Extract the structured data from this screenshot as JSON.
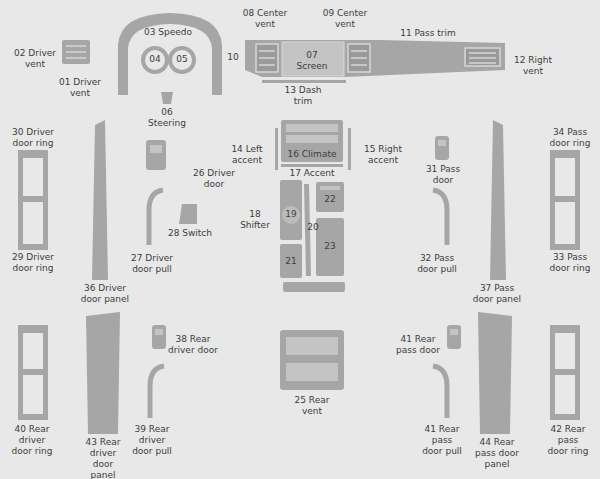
{
  "diagram": {
    "labels": [
      "02 Driver vent",
      "01 Driver vent",
      "03 Speedo",
      "04",
      "05",
      "06 Steering",
      "08 Center vent",
      "09 Center vent",
      "10",
      "07 Screen",
      "11 Pass trim",
      "12 Right vent",
      "13 Dash trim",
      "14 Left accent",
      "16 Climate",
      "15 Right accent",
      "17 Accent",
      "18 Shifter",
      "19",
      "20",
      "21",
      "22",
      "23",
      "26 Driver door",
      "28 Switch",
      "27 Driver door pull",
      "30 Driver door ring",
      "29 Driver door ring",
      "36 Driver door panel",
      "31 Pass door",
      "32 Pass door pull",
      "34 Pass door ring",
      "33 Pass door ring",
      "37 Pass door panel",
      "38 Rear driver door",
      "40 Rear driver door ring",
      "43 Rear driver door panel",
      "39 Rear driver door pull",
      "25 Rear vent",
      "41 Rear pass door",
      "41 Rear pass door pull",
      "44 Rear pass door panel",
      "42 Rear pass door ring"
    ]
  }
}
